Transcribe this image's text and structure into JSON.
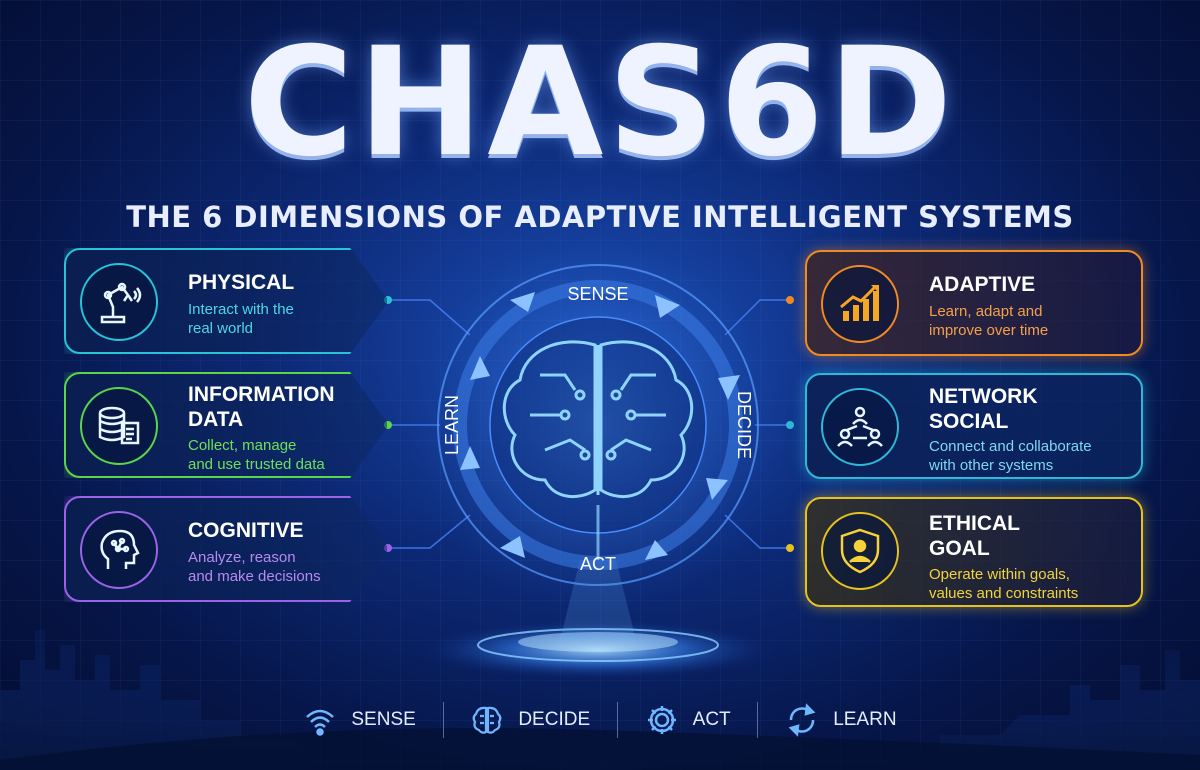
{
  "title": "CHAS6D",
  "subtitle": "THE 6 DIMENSIONS OF ADAPTIVE INTELLIGENT SYSTEMS",
  "cycle": {
    "top": "SENSE",
    "right": "DECIDE",
    "bottom": "ACT",
    "left": "LEARN"
  },
  "cards": {
    "physical": {
      "line1": "PHYSICAL",
      "line2": "",
      "desc1": "Interact with the",
      "desc2": "real world",
      "color": "#27c3d6"
    },
    "information": {
      "line1": "INFORMATION",
      "line2": "DATA",
      "desc1": "Collect, manage",
      "desc2": "and use trusted data",
      "color": "#5bd64a"
    },
    "cognitive": {
      "line1": "COGNITIVE",
      "line2": "",
      "desc1": "Analyze, reason",
      "desc2": "and make decisions",
      "color": "#9a63e8"
    },
    "adaptive": {
      "line1": "ADAPTIVE",
      "line2": "",
      "desc1": "Learn, adapt and",
      "desc2": "improve over time",
      "color": "#f08a24"
    },
    "network": {
      "line1": "NETWORK",
      "line2": "SOCIAL",
      "desc1": "Connect and collaborate",
      "desc2": "with other systems",
      "color": "#2fb8d8"
    },
    "ethical": {
      "line1": "ETHICAL",
      "line2": "GOAL",
      "desc1": "Operate within goals,",
      "desc2": "values and constraints",
      "color": "#e6c21f"
    }
  },
  "legend": {
    "sense": "SENSE",
    "decide": "DECIDE",
    "act": "ACT",
    "learn": "LEARN"
  },
  "icons": [
    "robot-arm-icon",
    "database-icon",
    "head-brain-icon",
    "growth-chart-icon",
    "network-people-icon",
    "shield-person-icon",
    "wifi-signal-icon",
    "brain-icon",
    "gear-icon",
    "cycle-icon"
  ]
}
